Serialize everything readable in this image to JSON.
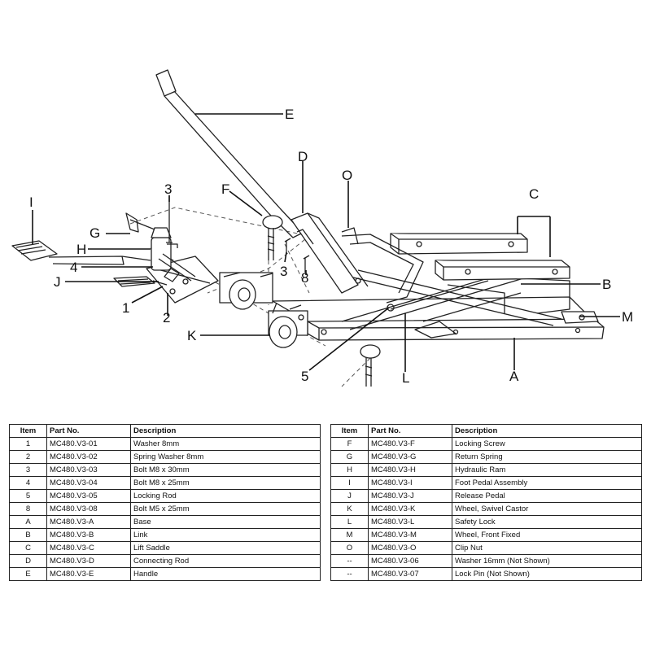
{
  "callouts": [
    "E",
    "D",
    "O",
    "F",
    "C",
    "I",
    "3",
    "G",
    "H",
    "4",
    "3",
    "8",
    "J",
    "1",
    "2",
    "B",
    "M",
    "K",
    "5",
    "L",
    "A"
  ],
  "table_headers": {
    "item": "Item",
    "part_no": "Part No.",
    "description": "Description"
  },
  "table_left": [
    {
      "item": "1",
      "part_no": "MC480.V3-01",
      "description": "Washer 8mm"
    },
    {
      "item": "2",
      "part_no": "MC480.V3-02",
      "description": "Spring Washer 8mm"
    },
    {
      "item": "3",
      "part_no": "MC480.V3-03",
      "description": "Bolt M8 x 30mm"
    },
    {
      "item": "4",
      "part_no": "MC480.V3-04",
      "description": "Bolt M8 x 25mm"
    },
    {
      "item": "5",
      "part_no": "MC480.V3-05",
      "description": "Locking Rod"
    },
    {
      "item": "8",
      "part_no": "MC480.V3-08",
      "description": "Bolt M5 x 25mm"
    },
    {
      "item": "A",
      "part_no": "MC480.V3-A",
      "description": "Base"
    },
    {
      "item": "B",
      "part_no": "MC480.V3-B",
      "description": "Link"
    },
    {
      "item": "C",
      "part_no": "MC480.V3-C",
      "description": "Lift Saddle"
    },
    {
      "item": "D",
      "part_no": "MC480.V3-D",
      "description": "Connecting Rod"
    },
    {
      "item": "E",
      "part_no": "MC480.V3-E",
      "description": "Handle"
    }
  ],
  "table_right": [
    {
      "item": "F",
      "part_no": "MC480.V3-F",
      "description": "Locking Screw"
    },
    {
      "item": "G",
      "part_no": "MC480.V3-G",
      "description": "Return Spring"
    },
    {
      "item": "H",
      "part_no": "MC480.V3-H",
      "description": "Hydraulic Ram"
    },
    {
      "item": "I",
      "part_no": "MC480.V3-I",
      "description": "Foot Pedal Assembly"
    },
    {
      "item": "J",
      "part_no": "MC480.V3-J",
      "description": "Release Pedal"
    },
    {
      "item": "K",
      "part_no": "MC480.V3-K",
      "description": "Wheel, Swivel Castor"
    },
    {
      "item": "L",
      "part_no": "MC480.V3-L",
      "description": "Safety Lock"
    },
    {
      "item": "M",
      "part_no": "MC480.V3-M",
      "description": "Wheel, Front Fixed"
    },
    {
      "item": "O",
      "part_no": "MC480.V3-O",
      "description": "Clip Nut"
    },
    {
      "item": "--",
      "part_no": "MC480.V3-06",
      "description": "Washer 16mm (Not Shown)"
    },
    {
      "item": "--",
      "part_no": "MC480.V3-07",
      "description": "Lock Pin (Not Shown)"
    }
  ]
}
